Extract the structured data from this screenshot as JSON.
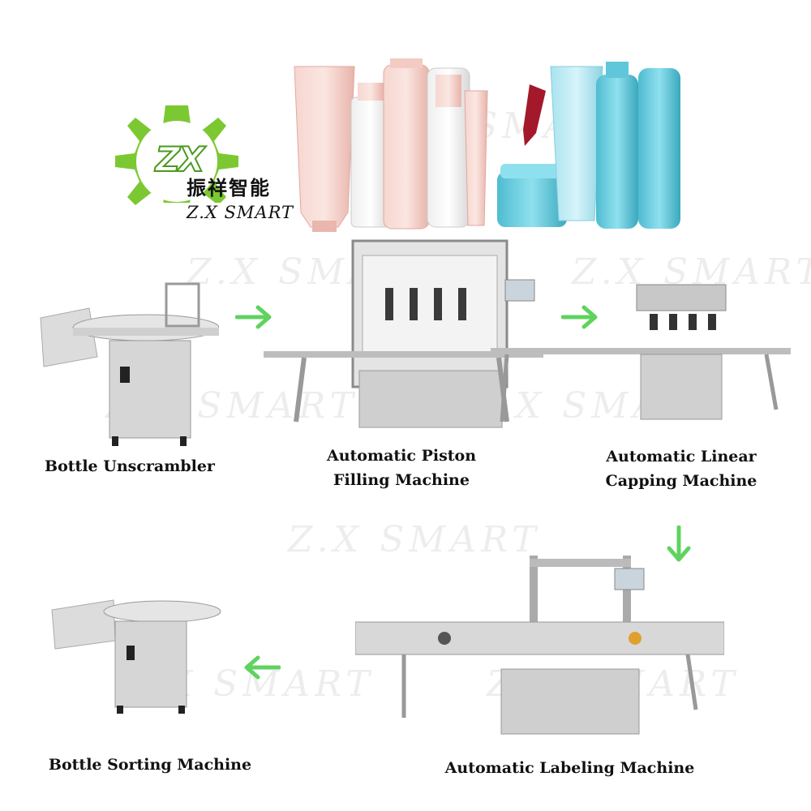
{
  "brand": {
    "logo_letters": "ZX",
    "name_cn": "振祥智能",
    "name_en": "Z.X SMART"
  },
  "watermark": "Z.X SMART",
  "machines": {
    "unscrambler": {
      "label": "Bottle Unscrambler"
    },
    "piston_filling": {
      "label_line1": "Automatic Piston",
      "label_line2": "Filling Machine"
    },
    "linear_capping": {
      "label_line1": "Automatic Linear",
      "label_line2": "Capping Machine"
    },
    "labeling": {
      "label": "Automatic Labeling Machine"
    },
    "sorting": {
      "label": "Bottle Sorting Machine"
    }
  },
  "colors": {
    "logo_green": "#7cc832",
    "arrow_green": "#5fd35f",
    "steel_light": "#dcdcdc",
    "steel_dark": "#9a9a9a",
    "pink": "#f2c2bc",
    "teal": "#5cc9dc"
  },
  "icons": {
    "logo": "gear-icon",
    "flow": [
      "arrow-right-icon",
      "arrow-right-icon",
      "arrow-down-icon",
      "arrow-left-icon"
    ]
  }
}
